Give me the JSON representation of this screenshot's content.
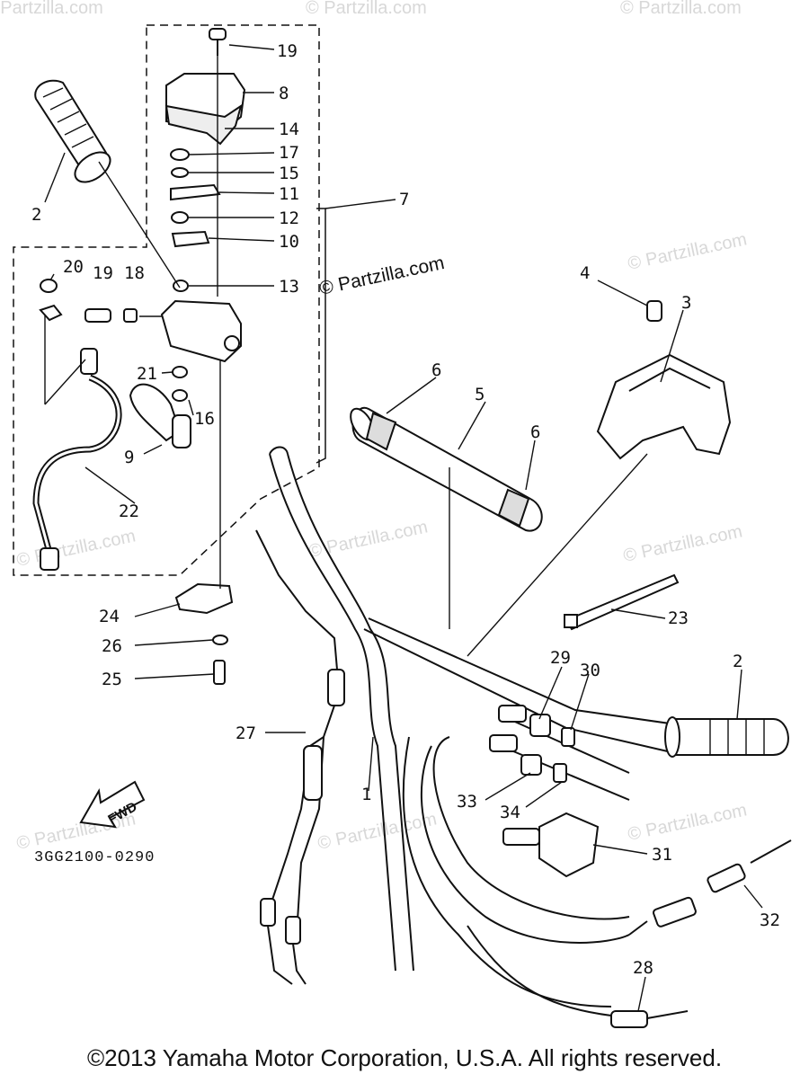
{
  "diagram": {
    "watermark": "© Partzilla.com",
    "center_watermark": "© Partzilla.com",
    "part_code": "3GG2100-0290",
    "direction_label": "FWD",
    "copyright": "©2013  Yamaha Motor Corporation, U.S.A. All rights reserved.",
    "callouts": {
      "n1": "1",
      "n2a": "2",
      "n2b": "2",
      "n3": "3",
      "n4": "4",
      "n5": "5",
      "n6a": "6",
      "n6b": "6",
      "n7": "7",
      "n8": "8",
      "n9": "9",
      "n10": "10",
      "n11": "11",
      "n12": "12",
      "n13": "13",
      "n14": "14",
      "n15": "15",
      "n16": "16",
      "n17": "17",
      "n18": "18",
      "n19a": "19",
      "n19b": "19",
      "n20": "20",
      "n21": "21",
      "n22": "22",
      "n23": "23",
      "n24": "24",
      "n25": "25",
      "n26": "26",
      "n27": "27",
      "n28": "28",
      "n29": "29",
      "n30": "30",
      "n31": "31",
      "n32": "32",
      "n33": "33",
      "n34": "34"
    }
  }
}
